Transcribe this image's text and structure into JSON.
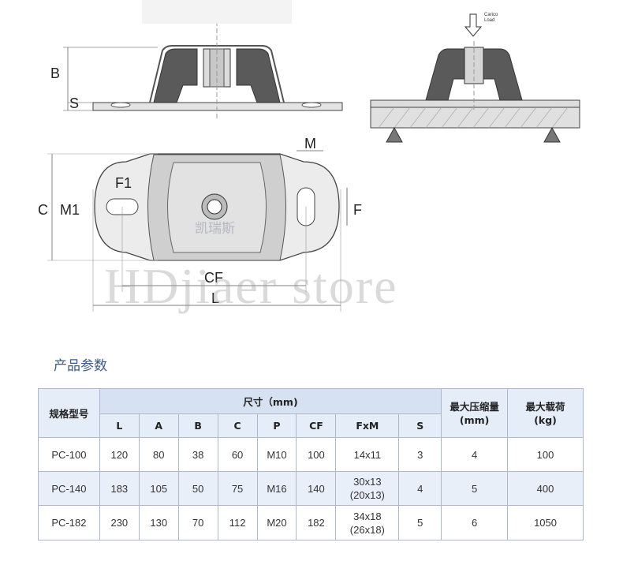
{
  "diagram": {
    "side_labels": {
      "b": "B",
      "s": "S"
    },
    "load_label": {
      "line1": "Carico",
      "line2": "Load"
    },
    "plan_labels": {
      "c": "C",
      "m1": "M1",
      "f1": "F1",
      "m": "M",
      "f": "F",
      "cf": "CF",
      "l": "L"
    }
  },
  "watermark": {
    "brand_cn": "凯瑞斯",
    "store": "HDjiaer store"
  },
  "section": {
    "title": "产品参数"
  },
  "table": {
    "head": {
      "model": "规格型号",
      "size_group": "尺寸（mm)",
      "max_compression": "最大压缩量",
      "max_compression_unit": "(mm)",
      "max_load": "最大载荷",
      "max_load_unit": "(kg)"
    },
    "columns": [
      "L",
      "A",
      "B",
      "C",
      "P",
      "CF",
      "FxM",
      "S"
    ],
    "rows": [
      {
        "model": "PC-100",
        "L": "120",
        "A": "80",
        "B": "38",
        "C": "60",
        "P": "M10",
        "CF": "100",
        "FxM": "14x11",
        "FxM2": "",
        "S": "3",
        "comp": "4",
        "load": "100"
      },
      {
        "model": "PC-140",
        "L": "183",
        "A": "105",
        "B": "50",
        "C": "75",
        "P": "M16",
        "CF": "140",
        "FxM": "30x13",
        "FxM2": "(20x13)",
        "S": "4",
        "comp": "5",
        "load": "400"
      },
      {
        "model": "PC-182",
        "L": "230",
        "A": "130",
        "B": "70",
        "C": "112",
        "P": "M20",
        "CF": "182",
        "FxM": "34x18",
        "FxM2": "(26x18)",
        "S": "5",
        "comp": "6",
        "load": "1050"
      }
    ]
  }
}
